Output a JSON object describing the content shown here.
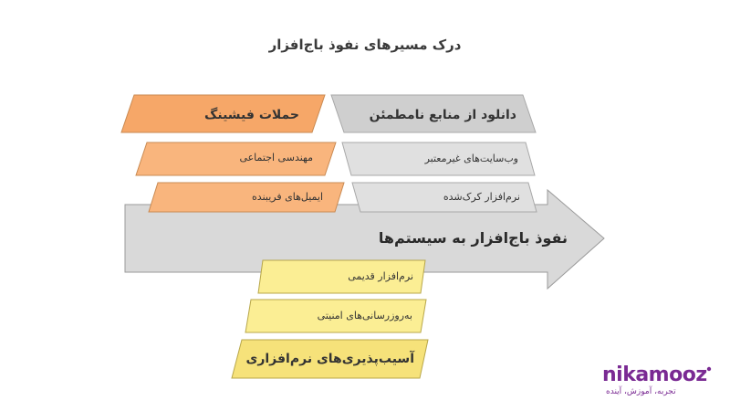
{
  "title": "درک مسیرهای نفوذ باج‌افزار",
  "main_arrow": {
    "label": "نفوذ باج‌افزار به سیستم‌ها",
    "color": "#d9d9d9"
  },
  "groups": {
    "phishing": {
      "color_head": "#f6a768",
      "color_item": "#f9b57d",
      "heading": "حملات فیشینگ",
      "items": [
        "مهندسی اجتماعی",
        "ایمیل‌های فریبنده"
      ]
    },
    "untrusted_sources": {
      "color_head": "#cfcfcf",
      "color_item": "#e0e0e0",
      "heading": "دانلود از منابع نامطمئن",
      "items": [
        "وب‌سایت‌های غیرمعتبر",
        "نرم‌افزار کرک‌شده"
      ]
    },
    "vulnerabilities": {
      "color_head": "#f6e27a",
      "color_item": "#fbee94",
      "heading": "آسیب‌پذیری‌های نرم‌افزاری",
      "items": [
        "نرم‌افزار قدیمی",
        "به‌روزرسانی‌های امنیتی"
      ]
    }
  },
  "brand": {
    "name": "nikamooz",
    "tagline": "تجربه، آموزش، آینده",
    "color": "#7a2a93"
  }
}
